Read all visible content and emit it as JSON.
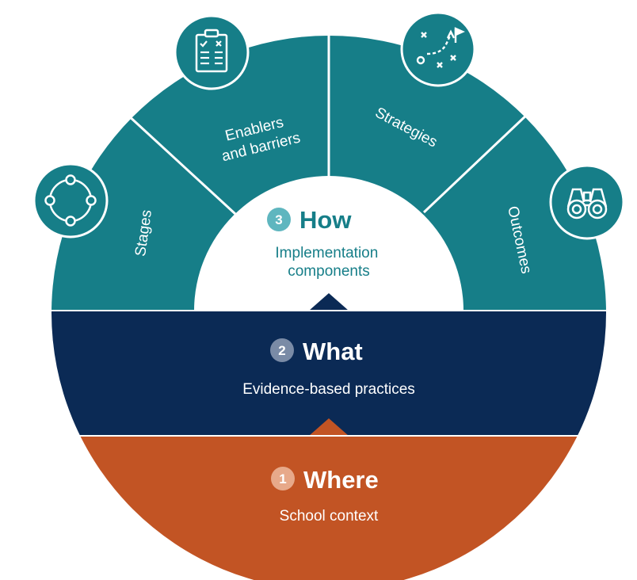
{
  "colors": {
    "teal": "#167e88",
    "navy": "#0b2a55",
    "orange": "#c25424",
    "white": "#ffffff"
  },
  "how": {
    "number": "3",
    "title": "How",
    "subtitle_line1": "Implementation",
    "subtitle_line2": "components"
  },
  "what": {
    "number": "2",
    "title": "What",
    "subtitle": "Evidence-based practices"
  },
  "where": {
    "number": "1",
    "title": "Where",
    "subtitle": "School context"
  },
  "segments": [
    {
      "label": "Stages",
      "icon": "stages-cycle-icon"
    },
    {
      "label_line1": "Enablers",
      "label_line2": "and barriers",
      "icon": "checklist-icon"
    },
    {
      "label": "Strategies",
      "icon": "playbook-strategy-icon"
    },
    {
      "label": "Outcomes",
      "icon": "binoculars-icon"
    }
  ]
}
